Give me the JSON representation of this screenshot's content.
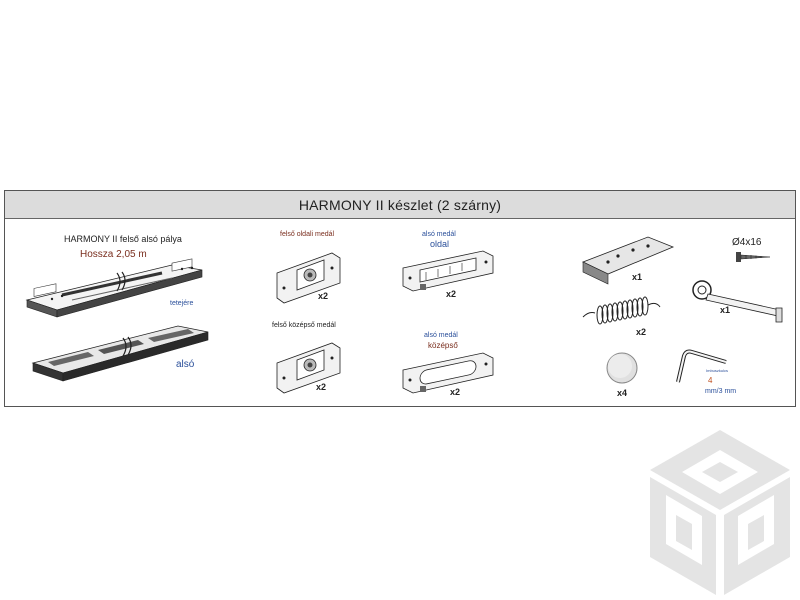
{
  "header": {
    "title": "HARMONY II készlet (2 szárny)"
  },
  "track": {
    "title": "HARMONY II felső alsó pálya",
    "length": "Hossza 2,05 m",
    "top_label": "tetejére",
    "bottom_label": "alsó"
  },
  "parts": {
    "upper_side_medal": {
      "label": "felső oldali medál",
      "qty": "x2"
    },
    "upper_middle_medal": {
      "label": "felső középső medál",
      "qty": "x2"
    },
    "lower_side_medal": {
      "label": "alsó medál",
      "sub": "oldal",
      "qty": "x2"
    },
    "lower_middle_medal": {
      "label": "alsó medál",
      "sub": "középső",
      "qty": "x2"
    },
    "bracket": {
      "qty": "x1"
    },
    "screw": {
      "label": "Ø4x16"
    },
    "wrench": {
      "qty": "x1"
    },
    "spring": {
      "qty": "x2"
    },
    "disc": {
      "qty": "x4"
    },
    "allen_key": {
      "note": "Imbuszkulcs",
      "size": "4",
      "unit": "mm/3 mm"
    }
  },
  "colors": {
    "brown": "#7a2e1e",
    "blue": "#2a4f9a",
    "header_bg": "#dcdcdc"
  }
}
